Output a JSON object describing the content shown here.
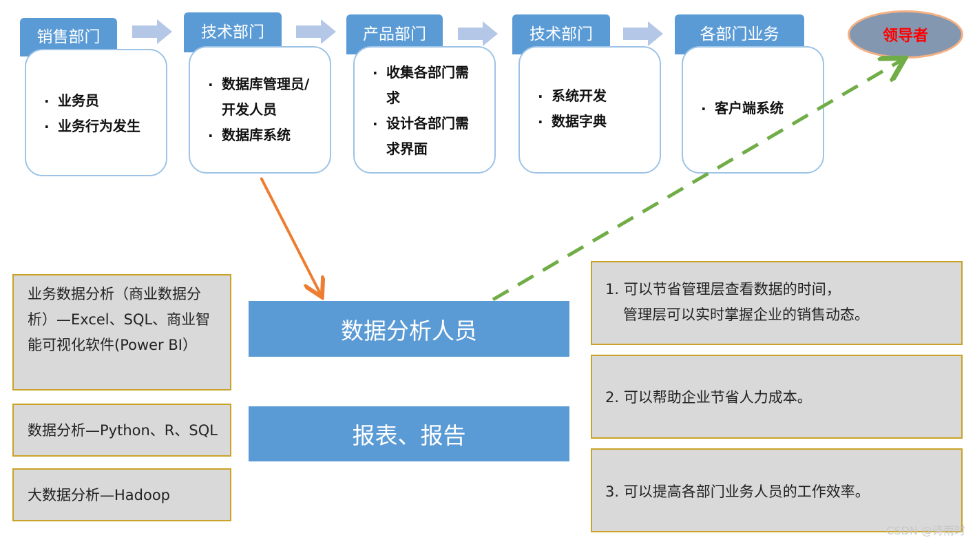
{
  "flow": [
    {
      "department": "销售部门",
      "items": [
        "业务员",
        "业务行为发生"
      ]
    },
    {
      "department": "技术部门",
      "items": [
        "数据库管理员/开发人员",
        "数据库系统"
      ]
    },
    {
      "department": "产品部门",
      "items": [
        "收集各部门需求",
        "设计各部门需求界面"
      ]
    },
    {
      "department": "技术部门",
      "items": [
        "系统开发",
        "数据字典"
      ]
    },
    {
      "department": "各部门业务",
      "items": [
        "客户端系统"
      ]
    }
  ],
  "leader": "领导者",
  "analyst": "数据分析人员",
  "report": "报表、报告",
  "tools": [
    "业务数据分析（商业数据分析）—Excel、SQL、商业智能可视化软件(Power BI）",
    "数据分析—Python、R、SQL",
    "大数据分析—Hadoop"
  ],
  "benefits": [
    "1. 可以节省管理层查看数据的时间，",
    "管理层可以实时掌握企业的销售动态。",
    "2. 可以帮助企业节省人力成本。",
    "3. 可以提高各部门业务人员的工作效率。"
  ],
  "watermark": "CSDN @诗雨时",
  "colors": {
    "tab": "#5b9bd5",
    "card_border": "#9dc3e6",
    "flow_arrow": "#b4c7e7",
    "orange_arrow": "#ed7d31",
    "green_arrow": "#70ad47",
    "leader_fill": "#8497b0",
    "leader_text": "#ff0000",
    "box_fill": "#d9d9d9",
    "box_border": "#c9a227"
  }
}
